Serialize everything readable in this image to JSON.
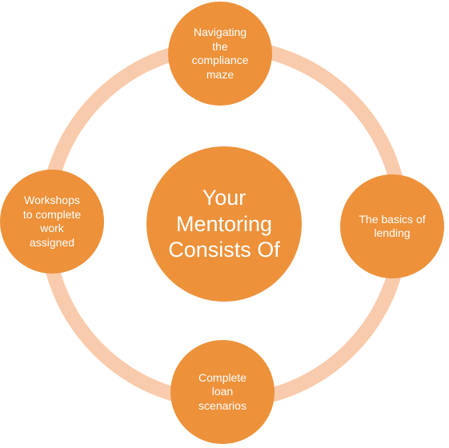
{
  "colors": {
    "node_fill": "#ED913A",
    "ring_fill": "#F8CBAD",
    "text": "#FFFFFF"
  },
  "center": {
    "label": "Your\nMentoring\nConsists Of"
  },
  "items": [
    {
      "id": "top",
      "label": "Navigating\nthe\ncompliance\nmaze"
    },
    {
      "id": "right",
      "label": "The basics of\nlending"
    },
    {
      "id": "bottom",
      "label": "Complete\nloan\nscenarios"
    },
    {
      "id": "left",
      "label": "Workshops\nto complete\nwork\nassigned"
    }
  ]
}
